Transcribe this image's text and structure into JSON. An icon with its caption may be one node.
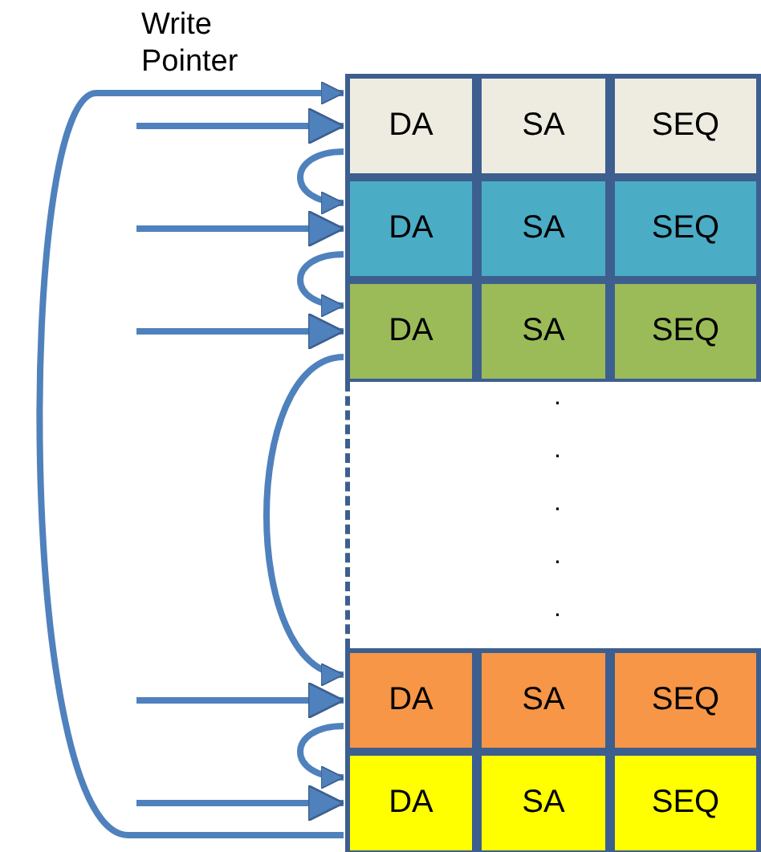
{
  "diagram": {
    "nodes": [
      {
        "text": [
          "DA"
        ]
      },
      {
        "text": [
          "SA"
        ]
      },
      {
        "text": [
          "SEQ"
        ]
      },
      {
        "text": [
          "DA"
        ]
      },
      {
        "text": [
          "SA"
        ]
      },
      {
        "text": [
          "SEQ"
        ]
      },
      {
        "text": [
          "DA"
        ]
      },
      {
        "text": [
          "SA"
        ]
      },
      {
        "text": [
          "SEQ"
        ]
      },
      {
        "text": [],
        "shape": "box"
      },
      {
        "text": [
          "DA"
        ]
      },
      {
        "text": [
          "SA"
        ]
      },
      {
        "text": [
          "SEQ"
        ]
      },
      {
        "text": [
          "DA"
        ]
      },
      {
        "text": [
          "SA"
        ]
      },
      {
        "text": [
          "SEQ"
        ]
      }
    ],
    "edges": [
      {
        "from": null,
        "to": 0,
        "arrow": "to"
      },
      {
        "from": 0,
        "to": 3,
        "arrow": "to"
      },
      {
        "from": null,
        "to": 3,
        "arrow": "to"
      },
      {
        "from": 3,
        "to": 6,
        "arrow": "to"
      },
      {
        "from": null,
        "to": 6,
        "arrow": "to"
      },
      {
        "from": 6,
        "to": 10,
        "arrow": "to"
      },
      {
        "from": null,
        "to": 10,
        "arrow": "to"
      },
      {
        "from": 10,
        "to": 13,
        "arrow": "to"
      },
      {
        "from": null,
        "to": 13,
        "arrow": "to"
      },
      {
        "from": 13,
        "to": 0,
        "arrow": "to"
      }
    ],
    "labels": [
      "Write Pointer",
      ".",
      ".",
      ".",
      ".",
      "."
    ]
  }
}
